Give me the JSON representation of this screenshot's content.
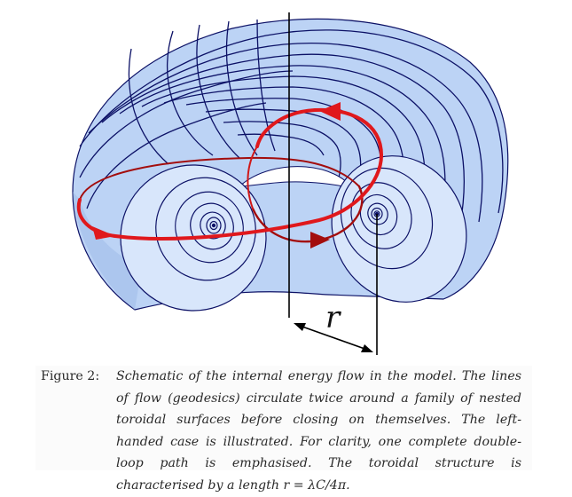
{
  "figure": {
    "r_symbol": "r",
    "caption_label": "Figure 2:",
    "caption_text": "Schematic of the internal energy flow in the model. The lines of flow (geodesics) circulate twice around a family of nested toroidal surfaces before closing on themselves. The left-handed case is illustrated. For clarity, one complete double-loop path is emphasised. The toroidal structure is characterised by a length r = λC/4π."
  },
  "colors": {
    "torus_fill": "#bcd3f5",
    "torus_section": "#d8e6fb",
    "flow_line": "#0c1166",
    "loop_red": "#e0181c",
    "loop_dark_red": "#a30d0d",
    "axis": "#000000"
  }
}
